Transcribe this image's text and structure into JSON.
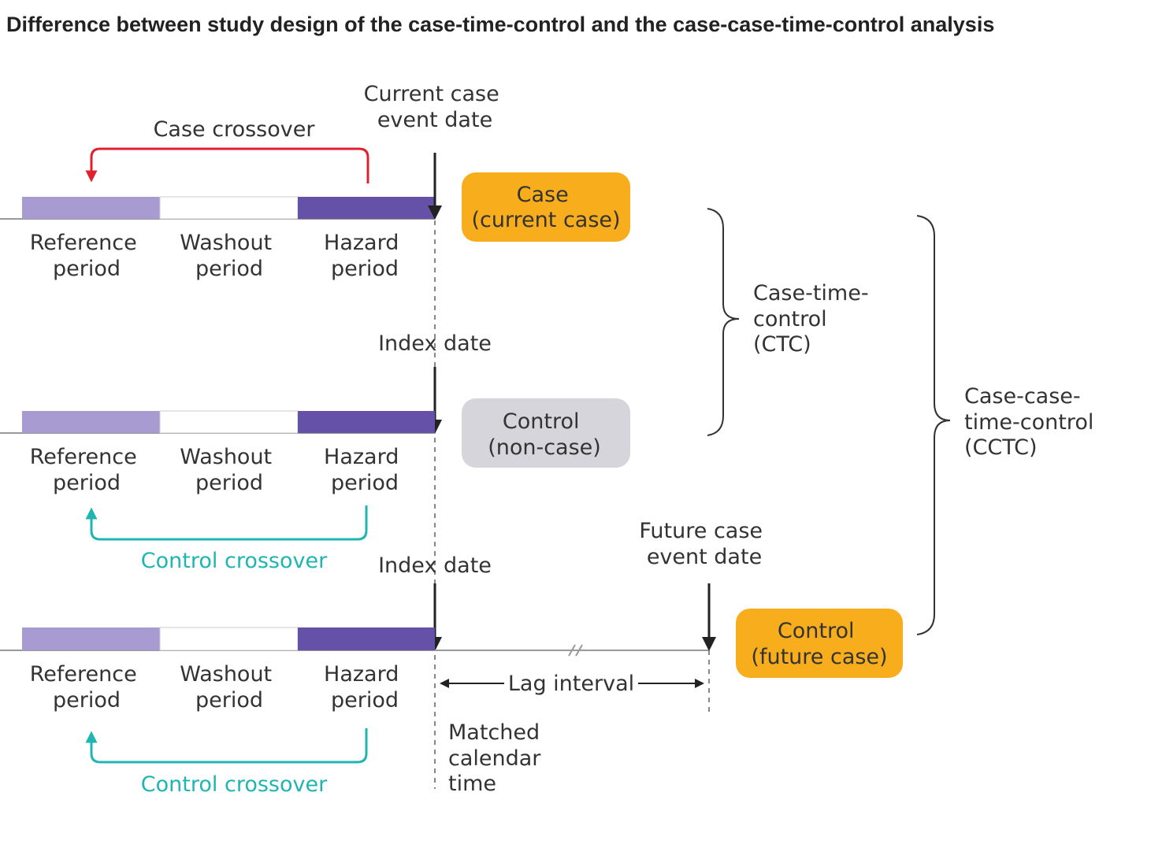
{
  "title": "Difference between study design of the case-time-control and the case-case-time-control analysis",
  "colors": {
    "reference": "#a89bd2",
    "washout": "#ffffff",
    "hazard": "#6552a8",
    "case_arrow": "#e02030",
    "control_arrow": "#1fb5b0",
    "orange_box": "#f8ad1c",
    "gray_box": "#d5d5db"
  },
  "periods": {
    "reference": [
      "Reference",
      "period"
    ],
    "washout": [
      "Washout",
      "period"
    ],
    "hazard": [
      "Hazard",
      "period"
    ]
  },
  "top": {
    "event_label": [
      "Current case",
      "event date"
    ],
    "crossover_label": "Case crossover",
    "box": [
      "Case",
      "(current case)"
    ]
  },
  "middle": {
    "index_label": "Index date",
    "box": [
      "Control",
      "(non-case)"
    ],
    "crossover_label": "Control crossover"
  },
  "bottom": {
    "index_label": "Index date",
    "future_label": [
      "Future case",
      "event date"
    ],
    "lag_label": "Lag interval",
    "matched_label": [
      "Matched",
      "calendar",
      "time"
    ],
    "box": [
      "Control",
      "(future case)"
    ],
    "crossover_label": "Control crossover"
  },
  "brackets": {
    "ctc": [
      "Case-time-",
      "control",
      "(CTC)"
    ],
    "cctc": [
      "Case-case-",
      "time-control",
      "(CCTC)"
    ]
  }
}
